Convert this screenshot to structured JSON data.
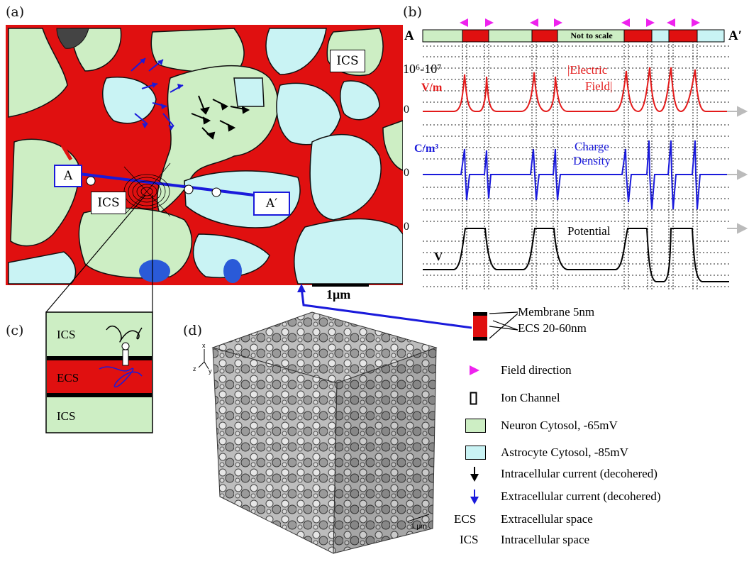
{
  "panels": {
    "a": "(a)",
    "b": "(b)",
    "c": "(c)",
    "d": "(d)"
  },
  "panel_a": {
    "ics_label_1": "ICS",
    "ics_label_2": "ICS",
    "point_a": "A",
    "point_a_prime": "A′",
    "scale_bar": "1μm"
  },
  "panel_b": {
    "start_label": "A",
    "end_label": "A′",
    "not_to_scale": "Not to scale",
    "field_magnitude": "10⁶-10⁷",
    "field_unit": "V/m",
    "field_title_1": "|Electric",
    "field_title_2": "Field|",
    "charge_unit": "C/m³",
    "charge_title_1": "Charge",
    "charge_title_2": "Density",
    "potential_title": "Potential",
    "potential_unit": "V",
    "zero_1": "0",
    "zero_2": "0",
    "zero_3": "0"
  },
  "membrane_callout": {
    "membrane": "Membrane 5nm",
    "ecs_width": "ECS 20-60nm"
  },
  "panel_c": {
    "top": "ICS",
    "middle": "ECS",
    "bottom": "ICS"
  },
  "panel_d": {
    "scale": "1 μm",
    "axis_x": "x",
    "axis_y": "y",
    "axis_z": "z"
  },
  "legend": [
    {
      "symbol": "field-direction",
      "text": "Field direction"
    },
    {
      "symbol": "ion-channel",
      "text": "Ion Channel"
    },
    {
      "symbol": "neuron-cytosol",
      "text": "Neuron Cytosol, -65mV"
    },
    {
      "symbol": "astrocyte-cytosol",
      "text": "Astrocyte Cytosol, -85mV"
    },
    {
      "symbol": "intracellular-current",
      "text": "Intracellular current (decohered)"
    },
    {
      "symbol": "extracellular-current",
      "text": "Extracellular current (decohered)"
    },
    {
      "symbol": "ECS",
      "text": "Extracellular space"
    },
    {
      "symbol": "ICS",
      "text": "Intracellular space"
    }
  ],
  "colors": {
    "neuron": "#cdeec4",
    "astrocyte": "#c9f3f4",
    "ecs": "#e01010",
    "field": "#e31a1a",
    "charge": "#1a1adb",
    "potential": "#000000",
    "arrow": "#ee22ee"
  }
}
